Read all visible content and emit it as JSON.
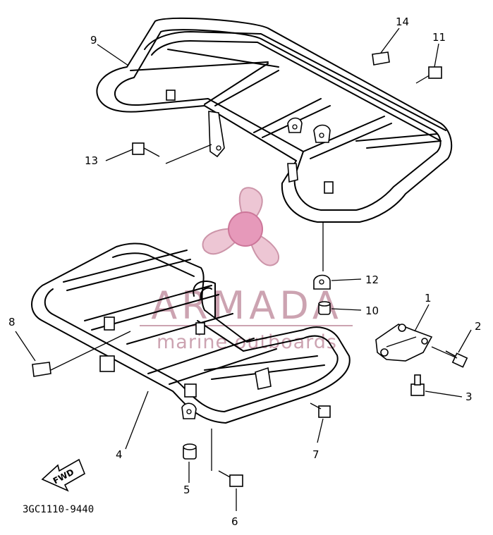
{
  "diagram": {
    "part_code": "3GC1110-9440",
    "fwd_label": "FWD",
    "callouts": {
      "c1": "1",
      "c2": "2",
      "c3": "3",
      "c4": "4",
      "c5": "5",
      "c6": "6",
      "c7": "7",
      "c8": "8",
      "c9": "9",
      "c10": "10",
      "c11": "11",
      "c12": "12",
      "c13": "13",
      "c14": "14"
    }
  },
  "watermark": {
    "brand": "ARMADA",
    "tagline": "marine outboards",
    "color": "#c79aa9"
  }
}
